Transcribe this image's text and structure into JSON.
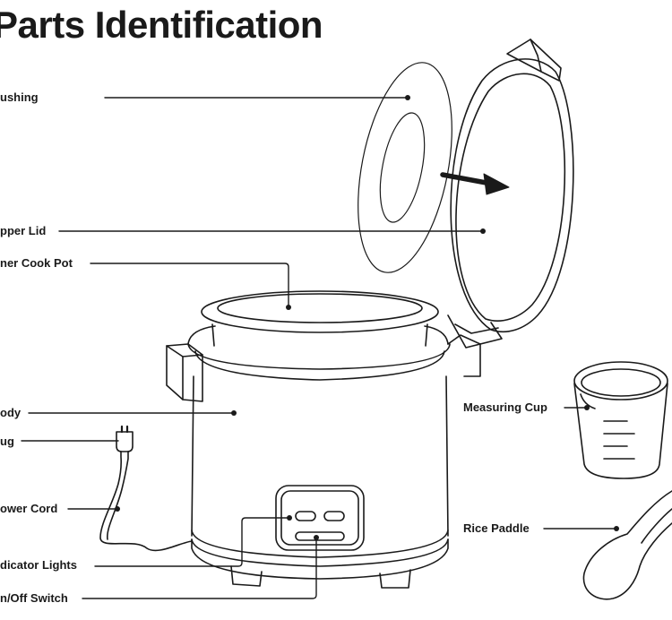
{
  "title": "Parts Identification",
  "labels": {
    "bushing": "ushing",
    "upper_lid": "pper Lid",
    "inner_cook_pot": "ner Cook Pot",
    "body": "ody",
    "plug": "ug",
    "power_cord": "ower Cord",
    "indicator_lights": "dicator Lights",
    "on_off_switch": "n/Off Switch",
    "measuring_cup": "Measuring Cup",
    "rice_paddle": "Rice Paddle"
  },
  "icons": [
    "rice-cooker-illustration",
    "inner-pot-illustration",
    "lid-illustration",
    "bushing-illustration",
    "measuring-cup-illustration",
    "rice-paddle-illustration",
    "plug-illustration",
    "arrow-icon"
  ]
}
